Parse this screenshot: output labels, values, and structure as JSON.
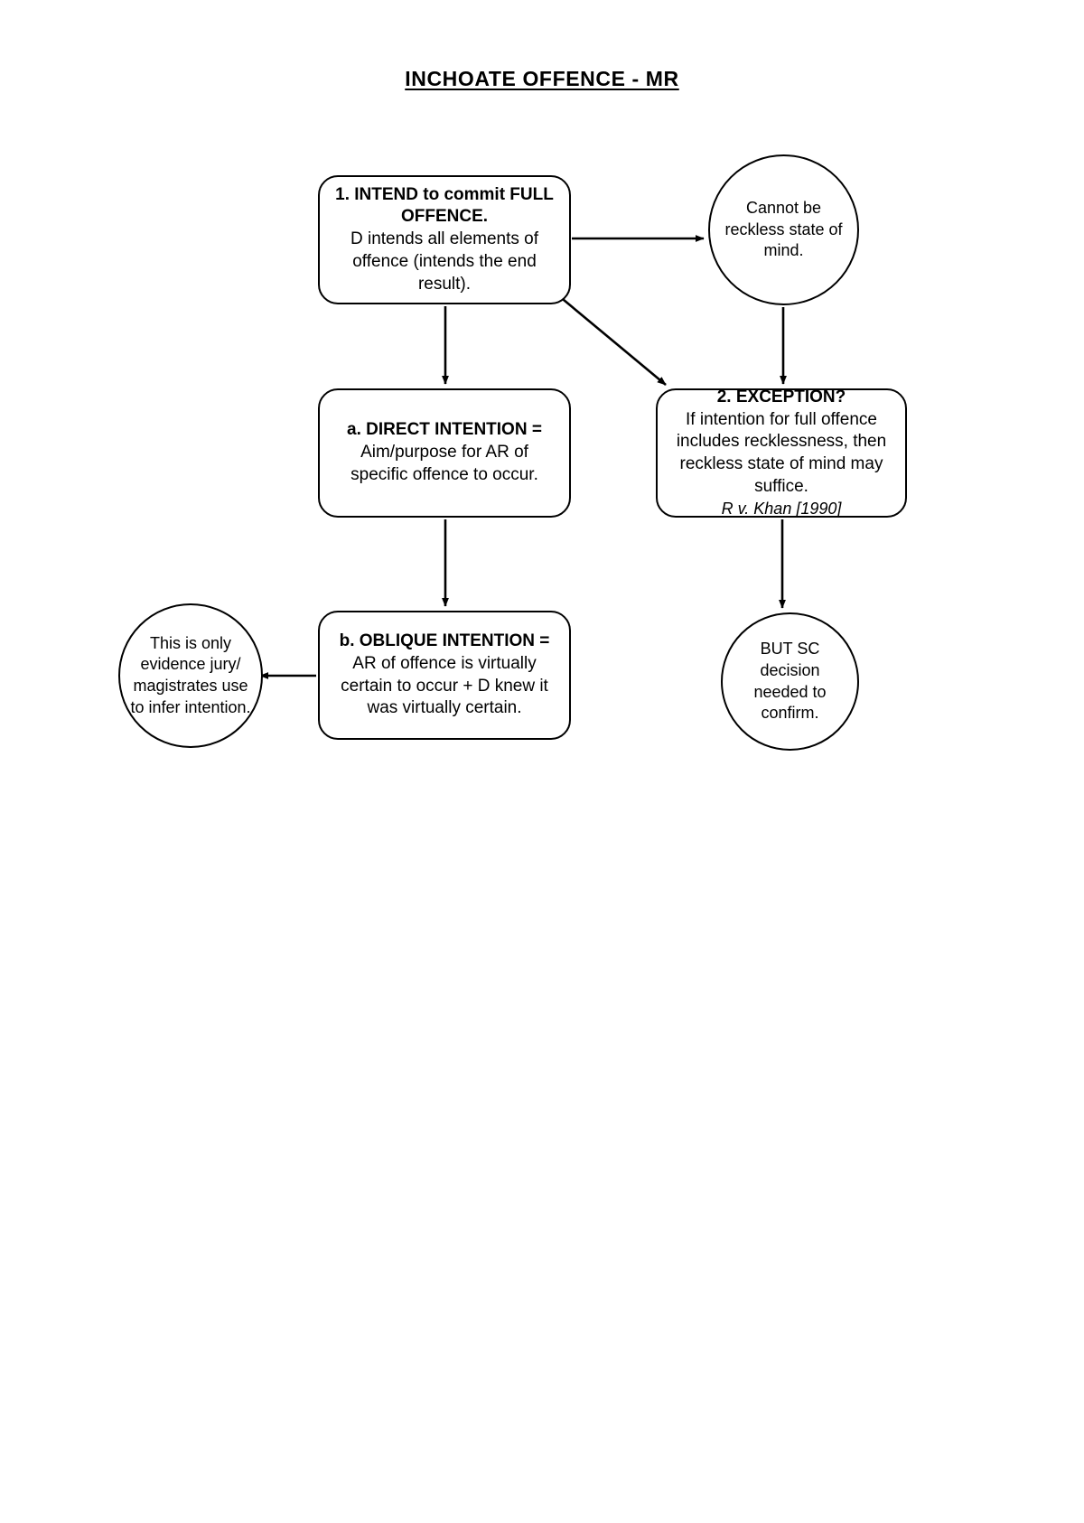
{
  "document": {
    "title": "INCHOATE OFFENCE - MR"
  },
  "diagram": {
    "type": "flowchart",
    "nodes": [
      {
        "id": "intend",
        "shape": "rounded-rectangle",
        "heading": "1. INTEND to commit FULL OFFENCE.",
        "body": "D intends all elements of offence (intends the end result)."
      },
      {
        "id": "cannot-reckless",
        "shape": "circle",
        "body": "Cannot be reckless state of mind."
      },
      {
        "id": "direct-intention",
        "shape": "rounded-rectangle",
        "heading": "a. DIRECT INTENTION =",
        "body": "Aim/purpose for AR of specific offence to occur."
      },
      {
        "id": "exception",
        "shape": "rounded-rectangle",
        "heading": "2. EXCEPTION?",
        "body": "If intention for full offence includes recklessness, then reckless state of mind may suffice.",
        "citation": "R v. Khan [1990]"
      },
      {
        "id": "oblique-intention",
        "shape": "rounded-rectangle",
        "heading": "b. OBLIQUE INTENTION =",
        "body": "AR of offence is virtually certain to occur + D knew it was virtually certain."
      },
      {
        "id": "evidence-infer",
        "shape": "circle",
        "body": "This is only evidence jury/ magistrates use to infer intention."
      },
      {
        "id": "but-sc",
        "shape": "circle",
        "body": "BUT SC decision needed to confirm."
      }
    ],
    "edges": [
      {
        "from": "intend",
        "to": "cannot-reckless",
        "style": "solid-arrow"
      },
      {
        "from": "intend",
        "to": "direct-intention",
        "style": "solid-arrow"
      },
      {
        "from": "intend",
        "to": "exception",
        "style": "solid-arrow"
      },
      {
        "from": "cannot-reckless",
        "to": "exception",
        "style": "solid-arrow"
      },
      {
        "from": "direct-intention",
        "to": "oblique-intention",
        "style": "solid-arrow"
      },
      {
        "from": "oblique-intention",
        "to": "evidence-infer",
        "style": "solid-arrow"
      },
      {
        "from": "exception",
        "to": "but-sc",
        "style": "solid-arrow"
      }
    ],
    "colors": {
      "stroke": "#000000",
      "fill": "#ffffff",
      "text": "#000000"
    }
  }
}
